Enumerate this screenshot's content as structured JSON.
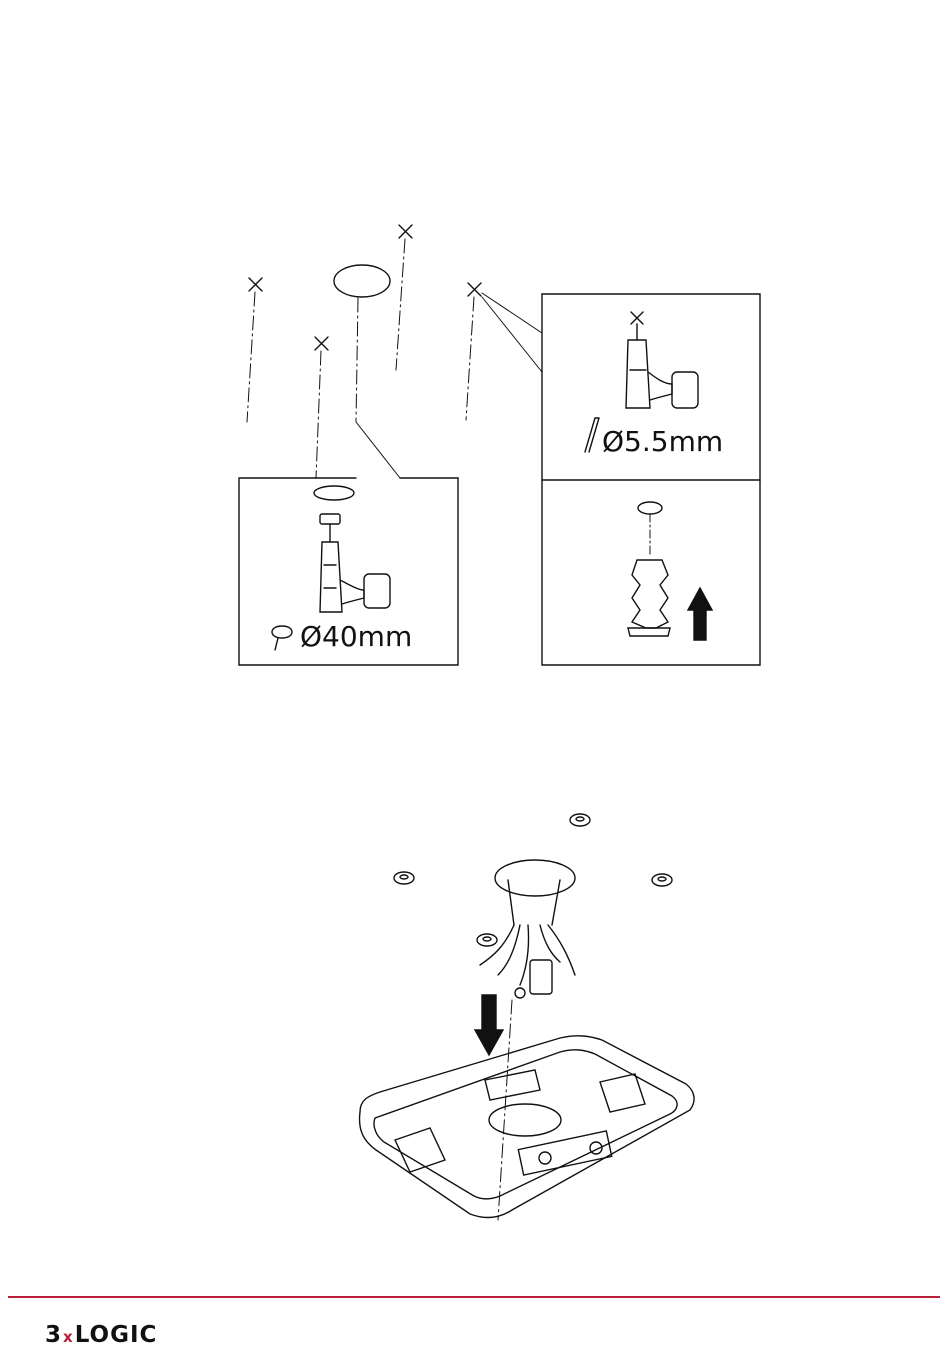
{
  "step1": {
    "hole_saw_label": "Ø40mm",
    "drill_bit_label": "Ø5.5mm"
  },
  "footer": {
    "logo_prefix": "3",
    "logo_x": "x",
    "logo_suffix": "LOGIC"
  },
  "colors": {
    "brand_red": "#b81f3a",
    "line": "#111111"
  }
}
